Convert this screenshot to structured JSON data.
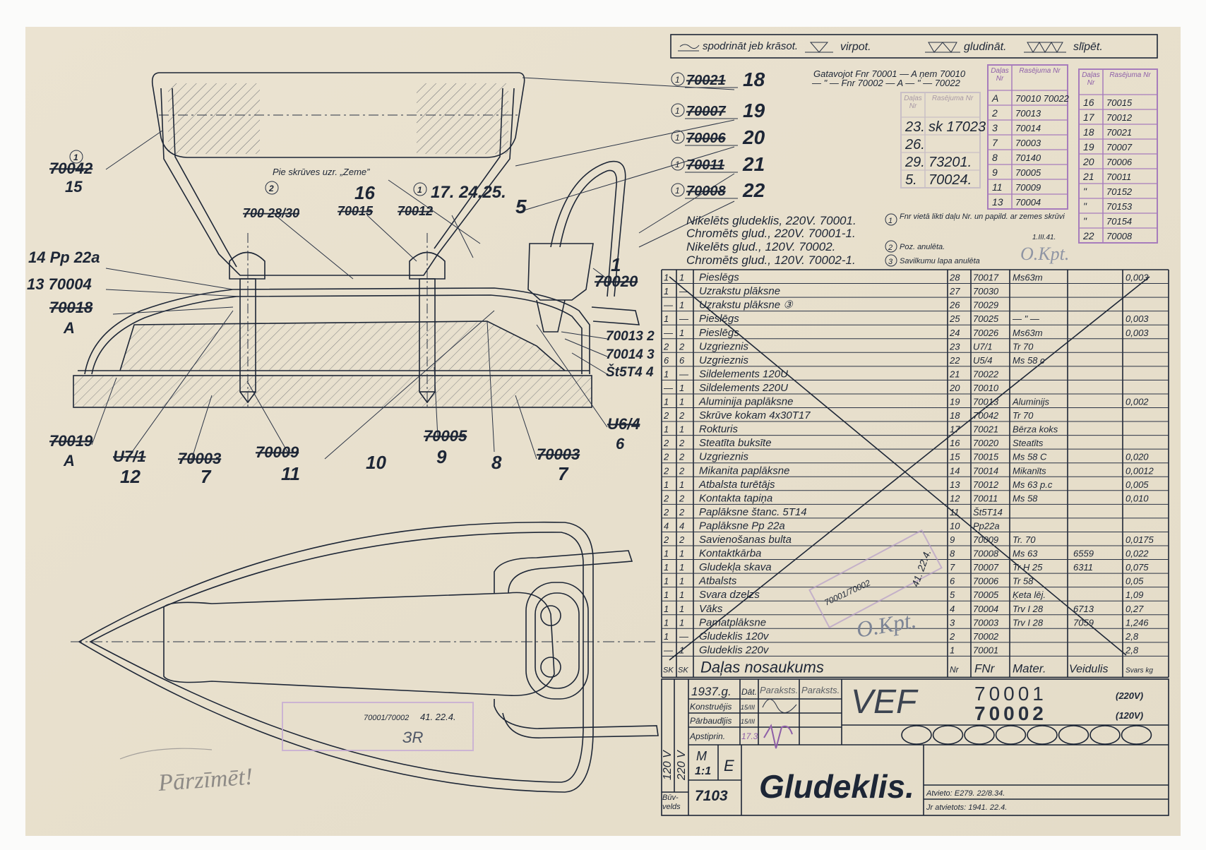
{
  "legend": [
    "spodrināt jeb krāsot.",
    "virpot.",
    "gludināt.",
    "slīpēt."
  ],
  "callouts_right": [
    {
      "circle": "1",
      "old": "70021",
      "num": "18"
    },
    {
      "circle": "1",
      "old": "70007",
      "num": "19"
    },
    {
      "circle": "1",
      "old": "70006",
      "num": "20"
    },
    {
      "circle": "1",
      "old": "70011",
      "num": "21"
    },
    {
      "circle": "1",
      "old": "70008",
      "num": "22"
    }
  ],
  "gatavojot": [
    "Gatavojot Fnr 70001 — A ņem 70010",
    "— \" — Fnr 70002 — A — \" — 70022"
  ],
  "stamp_faded": {
    "head": [
      "Daļas Nr",
      "Rasējuma Nr"
    ],
    "rows": [
      [
        "23.",
        "sk 17023"
      ],
      [
        "26.",
        ""
      ],
      [
        "29.",
        "73201."
      ],
      [
        "5.",
        "70024."
      ]
    ]
  },
  "stamp_a": {
    "head": [
      "Daļas Nr",
      "Rasējuma Nr"
    ],
    "rows": [
      [
        "A",
        "70010 70022"
      ],
      [
        "2",
        "70013"
      ],
      [
        "3",
        "70014"
      ],
      [
        "7",
        "70003"
      ],
      [
        "8",
        "70140"
      ],
      [
        "9",
        "70005"
      ],
      [
        "11",
        "70009"
      ],
      [
        "13",
        "70004"
      ]
    ]
  },
  "stamp_b": {
    "head": [
      "Daļas Nr",
      "Rasējuma Nr"
    ],
    "rows": [
      [
        "16",
        "70015"
      ],
      [
        "17",
        "70012"
      ],
      [
        "18",
        "70021"
      ],
      [
        "19",
        "70007"
      ],
      [
        "20",
        "70006"
      ],
      [
        "21",
        "70011"
      ],
      [
        "\"",
        "70152"
      ],
      [
        "\"",
        "70153"
      ],
      [
        "\"",
        "70154"
      ],
      [
        "22",
        "70008"
      ]
    ]
  },
  "notes": [
    "Nikelēts gludeklis, 220V. 70001.",
    "Chromēts glud., 220V. 70001-1.",
    "Nikelēts glud., 120V. 70002.",
    "Chromēts glud., 120V. 70002-1."
  ],
  "footnotes": [
    {
      "mark": "1",
      "text": "Fnr vietā likti daļu Nr. un papild. ar zemes skrūvi"
    },
    {
      "mark": "2",
      "text": "Poz. anulēta."
    },
    {
      "mark": "3",
      "text": "Savilkumu lapa anulēta"
    }
  ],
  "footnote_date": "1.III.41.",
  "signature": "O.Kpt.",
  "parts": [
    [
      "1",
      "1",
      "Pieslēgs",
      "28",
      "70017",
      "Ms63m",
      "",
      "0,003"
    ],
    [
      "1",
      "—",
      "Uzrakstu plāksne",
      "27",
      "70030",
      "",
      "",
      ""
    ],
    [
      "—",
      "1",
      "Uzrakstu plāksne ③",
      "26",
      "70029",
      "",
      "",
      ""
    ],
    [
      "1",
      "—",
      "Pieslēgs",
      "25",
      "70025",
      "— \" —",
      "",
      "0,003"
    ],
    [
      "—",
      "1",
      "Pieslēgs",
      "24",
      "70026",
      "Ms63m",
      "",
      "0,003"
    ],
    [
      "2",
      "2",
      "Uzgrieznis",
      "23",
      "U7/1",
      "Tr 70",
      "",
      ""
    ],
    [
      "6",
      "6",
      "Uzgrieznis",
      "22",
      "U5/4",
      "Ms 58 c",
      "",
      ""
    ],
    [
      "1",
      "—",
      "Sildelements 120U",
      "21",
      "70022",
      "",
      "",
      ""
    ],
    [
      "—",
      "1",
      "Sildelements 220U",
      "20",
      "70010",
      "",
      "",
      ""
    ],
    [
      "1",
      "1",
      "Aluminija paplāksne",
      "19",
      "70013",
      "Aluminijs",
      "",
      "0,002"
    ],
    [
      "2",
      "2",
      "Skrūve kokam 4x30T17",
      "18",
      "70042",
      "Tr 70",
      "",
      ""
    ],
    [
      "1",
      "1",
      "Rokturis",
      "17",
      "70021",
      "Bērza koks",
      "",
      ""
    ],
    [
      "2",
      "2",
      "Steatīta buksīte",
      "16",
      "70020",
      "Steatīts",
      "",
      ""
    ],
    [
      "2",
      "2",
      "Uzgrieznis",
      "15",
      "70015",
      "Ms 58 C",
      "",
      "0,020"
    ],
    [
      "2",
      "2",
      "Mikanita paplāksne",
      "14",
      "70014",
      "Mikanīts",
      "",
      "0,0012"
    ],
    [
      "1",
      "1",
      "Atbalsta turētājs",
      "13",
      "70012",
      "Ms 63 p.c",
      "",
      "0,005"
    ],
    [
      "2",
      "2",
      "Kontakta tapiņa",
      "12",
      "70011",
      "Ms 58",
      "",
      "0,010"
    ],
    [
      "2",
      "2",
      "Paplāksne štanc. 5T14",
      "11",
      "Št5T14",
      "",
      "",
      ""
    ],
    [
      "4",
      "4",
      "Paplāksne Pp 22a",
      "10",
      "Pp22a",
      "",
      "",
      ""
    ],
    [
      "2",
      "2",
      "Savienošanas bulta",
      "9",
      "70009",
      "Tr. 70",
      "",
      "0,0175"
    ],
    [
      "1",
      "1",
      "Kontaktkārba",
      "8",
      "70008",
      "Ms 63",
      "6559",
      "0,022"
    ],
    [
      "1",
      "1",
      "Gludekļa skava",
      "7",
      "70007",
      "Tr H 25",
      "6311",
      "0,075"
    ],
    [
      "1",
      "1",
      "Atbalsts",
      "6",
      "70006",
      "Tr 58",
      "",
      "0,05"
    ],
    [
      "1",
      "1",
      "Svara dzelzs",
      "5",
      "70005",
      "Ķeta lēj.",
      "",
      "1,09"
    ],
    [
      "1",
      "1",
      "Vāks",
      "4",
      "70004",
      "Trv I 28",
      "6713",
      "0,27"
    ],
    [
      "1",
      "1",
      "Pamatplāksne",
      "3",
      "70003",
      "Trv I 28",
      "7059",
      "1,246"
    ],
    [
      "1",
      "—",
      "Gludeklis 120v",
      "2",
      "70002",
      "",
      "",
      "2,8"
    ],
    [
      "—",
      "1",
      "Gludeklis 220v",
      "1",
      "70001",
      "",
      "",
      "2,8"
    ]
  ],
  "parts_header": [
    "SK",
    "SK",
    "Daļas nosaukums",
    "Nr",
    "FNr",
    "Mater.",
    "Veidulis",
    "Svars kg"
  ],
  "table_stamp": {
    "num": "70001/70002",
    "date": "41. 22.4.",
    "sig": "O.Kpt."
  },
  "title_block": {
    "year": "1937.g.",
    "dat": "Dāt.",
    "sign1": "Paraksts.",
    "sign2": "Paraksts.",
    "roles": [
      "Konstruējis",
      "Pārbaudījis",
      "Apstiprin."
    ],
    "dates": [
      "15/III",
      "15/III",
      "17.3"
    ],
    "v120": "120 V",
    "v220": "220 V",
    "scale_m": "M",
    "scale": "1:1",
    "letter": "E",
    "code": "7103",
    "buvvelds": "Būv-velds",
    "brand": "VEF",
    "num1": "70001",
    "num1_v": "(220V)",
    "num2": "70002",
    "num2_v": "(120V)",
    "title": "Gludeklis.",
    "atvieto": "Atvieto: E279. 22/8.34.",
    "atvietots": "Jr atvietots: 1941. 22.4."
  },
  "drawing_labels": {
    "zeme_note": "Pie skrūves uzr. „Zeme”",
    "l15_old": "70042",
    "l15": "15",
    "l16_c": "2",
    "l16_old": "700 28/30",
    "l16_old2": "70015",
    "l16": "16",
    "l17_old": "70012",
    "l17": "17. 24.25.",
    "l5": "5",
    "l14": "14 Pp 22a",
    "l13": "13 70004",
    "l18_old": "70018",
    "lA1": "A",
    "l1": "1",
    "l1_old": "70020",
    "l2": "70013 2",
    "l3": "70014 3",
    "l4": "Št5T4 4",
    "l6_old": "U6/4",
    "l6": "6",
    "l19_old": "70019",
    "lA2": "A",
    "l12_old": "U7/1",
    "l12": "12",
    "l7a_old": "70003",
    "l7a": "7",
    "l11_old": "70009",
    "l11": "11",
    "l10": "10",
    "l9_old": "70005",
    "l9": "9",
    "l8": "8",
    "l7b_old": "70003",
    "l7b": "7"
  },
  "bottom_stamp": {
    "num": "70001/70002",
    "date": "41. 22.4.",
    "sig": "ЗR"
  },
  "pencil_note": "Pārzīmēt!"
}
